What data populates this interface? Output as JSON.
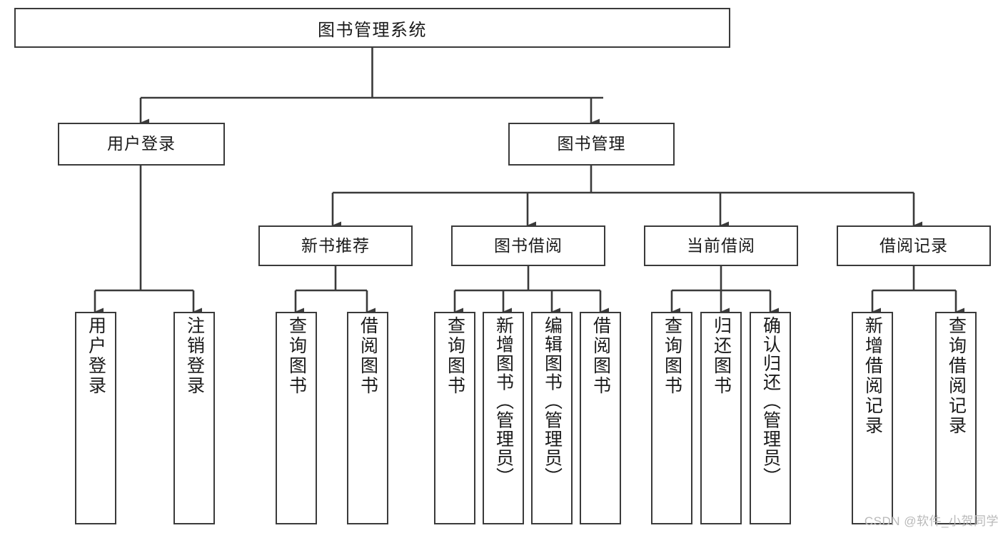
{
  "diagram": {
    "title": "图书管理系统",
    "type": "hierarchy-tree",
    "root": {
      "id": "root",
      "label": "图书管理系统"
    },
    "level2": [
      {
        "id": "user-login",
        "label": "用户登录"
      },
      {
        "id": "book-manage",
        "label": "图书管理"
      }
    ],
    "level3": [
      {
        "id": "new-book-rec",
        "label": "新书推荐"
      },
      {
        "id": "book-borrow",
        "label": "图书借阅"
      },
      {
        "id": "current-borrow",
        "label": "当前借阅"
      },
      {
        "id": "borrow-record",
        "label": "借阅记录"
      }
    ],
    "leaves": {
      "user_login": [
        {
          "id": "leaf-user-login",
          "label": "用户登录"
        },
        {
          "id": "leaf-logout-login",
          "label": "注销登录"
        }
      ],
      "new_book_rec": [
        {
          "id": "leaf-query-book-1",
          "label": "查询图书"
        },
        {
          "id": "leaf-borrow-book-1",
          "label": "借阅图书"
        }
      ],
      "book_borrow": [
        {
          "id": "leaf-query-book-2",
          "label": "查询图书"
        },
        {
          "id": "leaf-add-book",
          "label": "新增图书（管理员）"
        },
        {
          "id": "leaf-edit-book",
          "label": "编辑图书（管理员）"
        },
        {
          "id": "leaf-borrow-book-2",
          "label": "借阅图书"
        }
      ],
      "current_borrow": [
        {
          "id": "leaf-query-book-3",
          "label": "查询图书"
        },
        {
          "id": "leaf-return-book",
          "label": "归还图书"
        },
        {
          "id": "leaf-confirm-return",
          "label": "确认归还（管理员）"
        }
      ],
      "borrow_record": [
        {
          "id": "leaf-add-record",
          "label": "新增借阅记录"
        },
        {
          "id": "leaf-query-record",
          "label": "查询借阅记录"
        }
      ]
    }
  },
  "watermark": {
    "text": "CSDN @软件_小贺同学"
  },
  "colors": {
    "border": "#3a3a3a",
    "text": "#1a1a1a",
    "background": "#ffffff",
    "watermark": "#b9b9b9"
  }
}
